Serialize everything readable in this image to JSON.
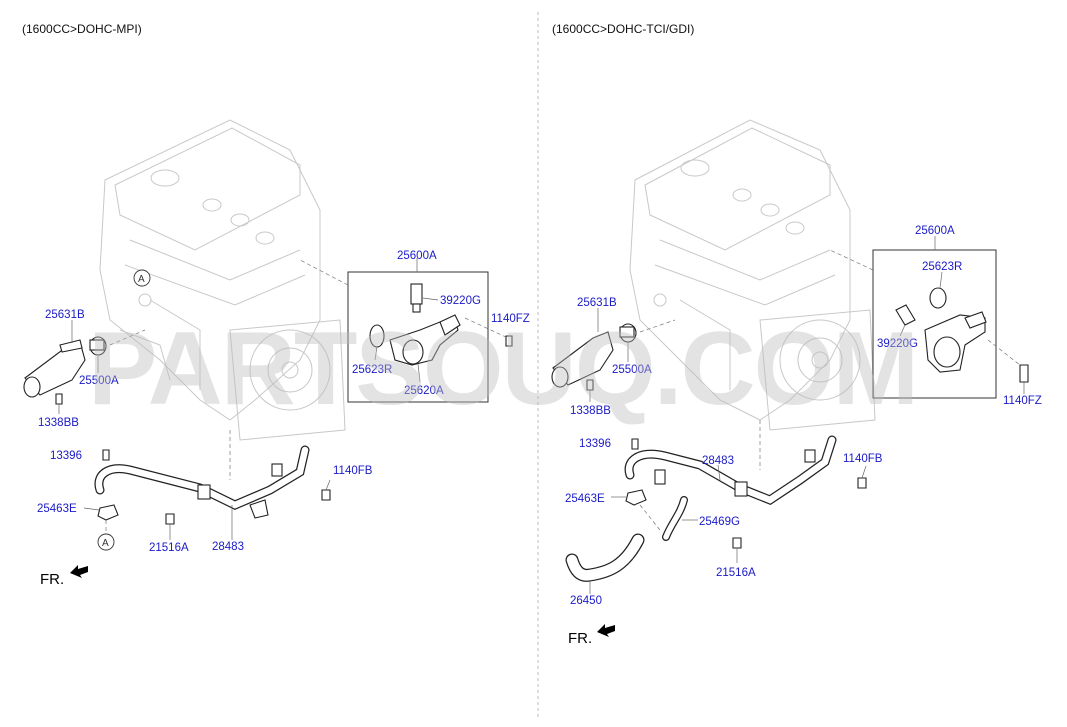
{
  "left": {
    "variant": "(1600CC>DOHC-MPI)",
    "parts": {
      "p25600A": "25600A",
      "p39220G": "39220G",
      "p1140FZ": "1140FZ",
      "p25631B": "25631B",
      "p25500A": "25500A",
      "p25623R": "25623R",
      "p25620A": "25620A",
      "p1338BB": "1338BB",
      "p13396": "13396",
      "p1140FB": "1140FB",
      "p25463E": "25463E",
      "p21516A": "21516A",
      "p28483": "28483"
    },
    "ref_a": "A",
    "fr_label": "FR."
  },
  "right": {
    "variant": "(1600CC>DOHC-TCI/GDI)",
    "parts": {
      "p25600A": "25600A",
      "p25623R": "25623R",
      "p25631B": "25631B",
      "p25500A": "25500A",
      "p39220G": "39220G",
      "p1140FZ": "1140FZ",
      "p1338BB": "1338BB",
      "p13396": "13396",
      "p28483": "28483",
      "p1140FB": "1140FB",
      "p25463E": "25463E",
      "p25469G": "25469G",
      "p21516A": "21516A",
      "p26450": "26450"
    },
    "fr_label": "FR."
  },
  "watermark": "PARTSOUQ.COM",
  "colors": {
    "part_number": "#1a1ac8",
    "line_art": "#222222",
    "engine_outline": "#c8c8c8"
  }
}
